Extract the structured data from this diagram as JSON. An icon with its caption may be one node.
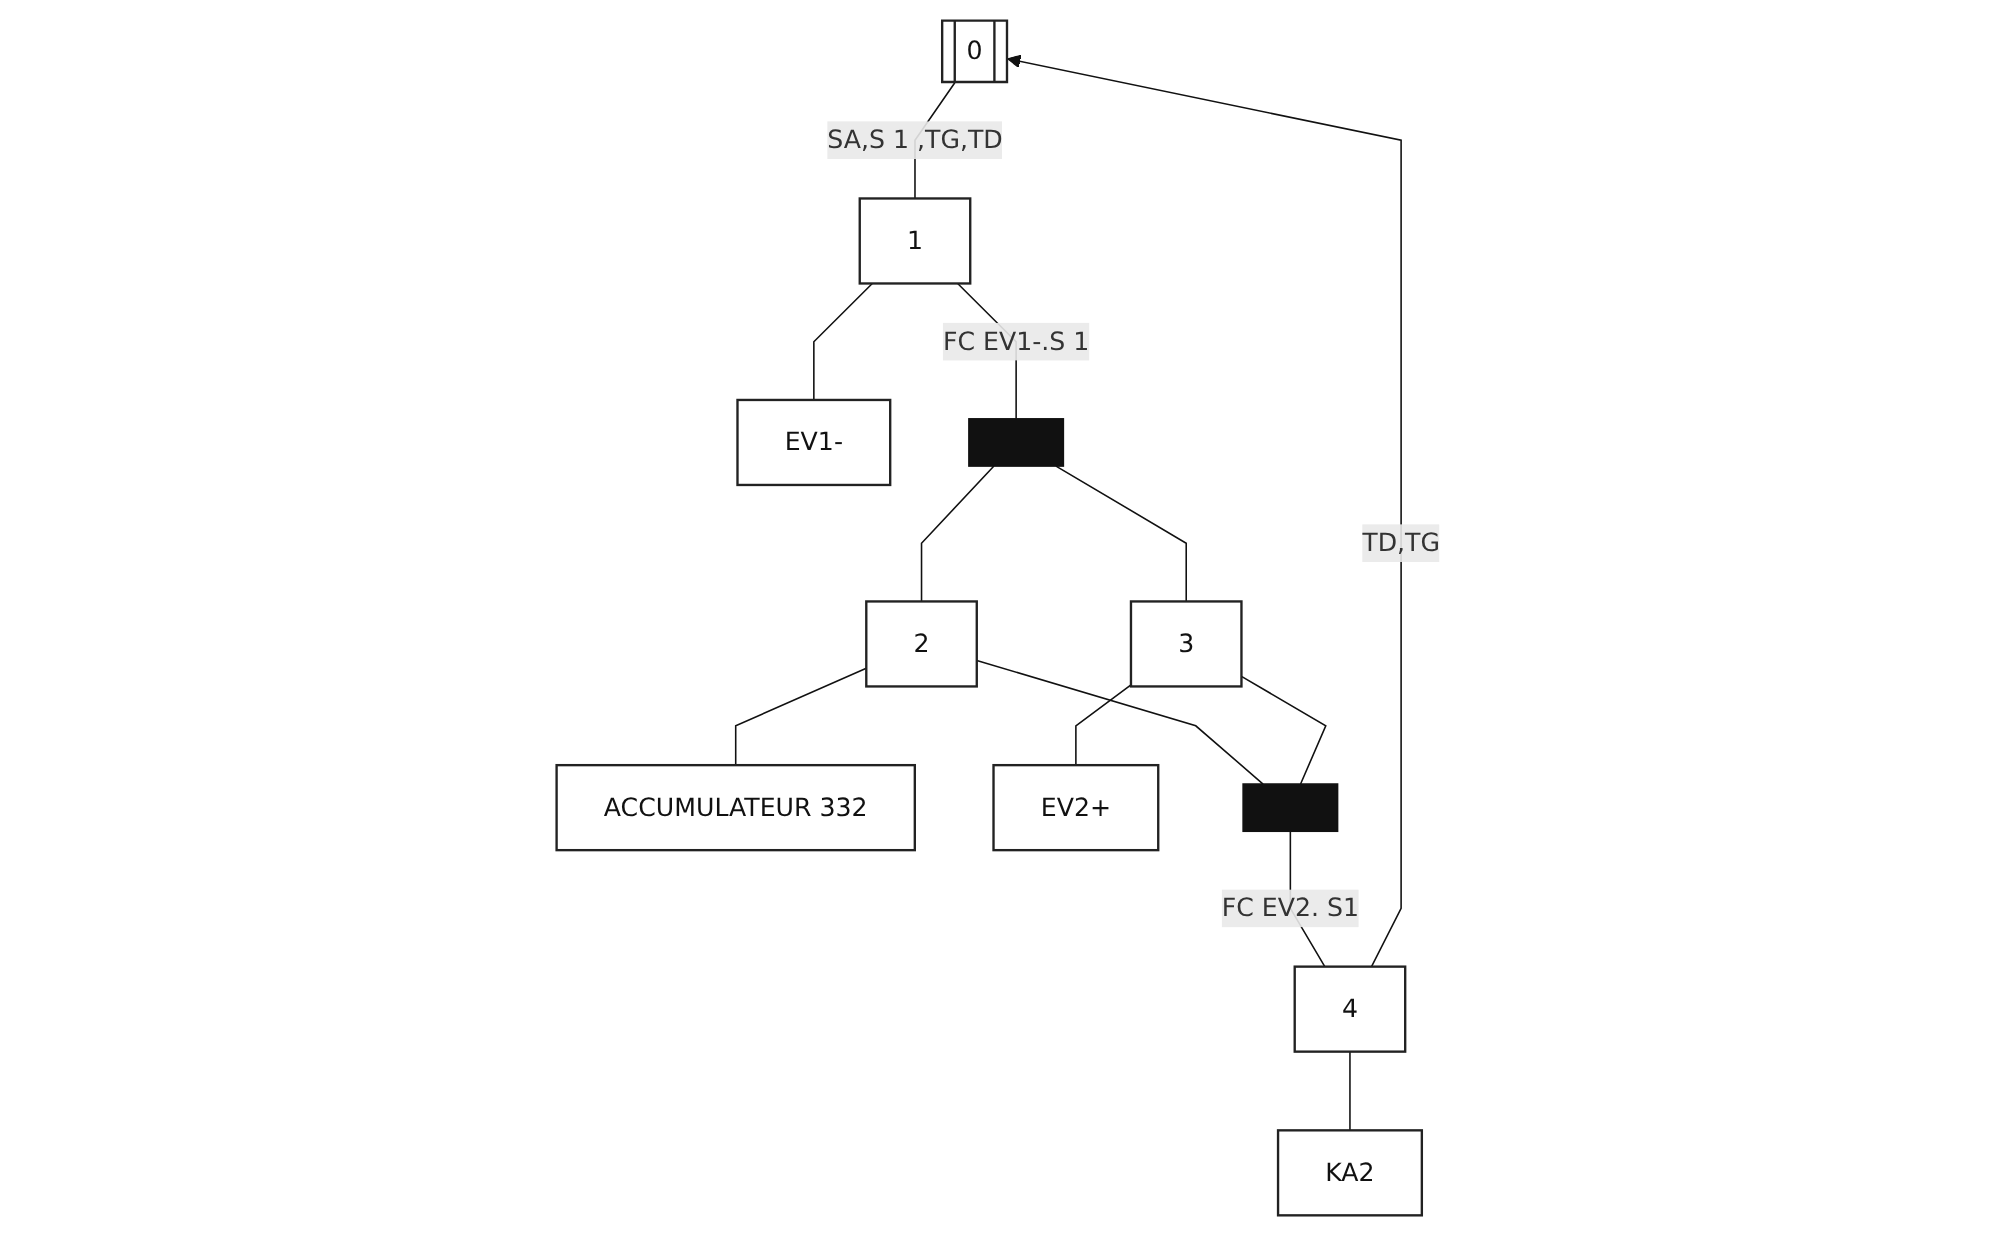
{
  "diagram": {
    "nodes": [
      {
        "text": [
          "0"
        ]
      },
      {
        "text": [
          "1"
        ]
      },
      {
        "text": [
          "EV1-"
        ]
      },
      {
        "text": [],
        "shape": "bar"
      },
      {
        "text": [
          "2"
        ]
      },
      {
        "text": [
          "ACCUMULATEUR 332"
        ]
      },
      {
        "text": [
          "3"
        ]
      },
      {
        "text": [
          "EV2+"
        ]
      },
      {
        "text": [],
        "shape": "bar"
      },
      {
        "text": [
          "4"
        ]
      },
      {
        "text": [
          "KA2"
        ]
      }
    ],
    "edges": [
      {
        "from": 0,
        "to": 1,
        "arrow": "none",
        "label": "SA,S 1 ,TG,TD"
      },
      {
        "from": 1,
        "to": 2,
        "arrow": "none"
      },
      {
        "from": 1,
        "to": 3,
        "arrow": "none",
        "label": "FC EV1-.S 1"
      },
      {
        "from": 3,
        "to": 4,
        "arrow": "none"
      },
      {
        "from": 3,
        "to": 6,
        "arrow": "none"
      },
      {
        "from": 4,
        "to": 5,
        "arrow": "none"
      },
      {
        "from": 6,
        "to": 7,
        "arrow": "none"
      },
      {
        "from": 4,
        "to": 8,
        "arrow": "none"
      },
      {
        "from": 6,
        "to": 8,
        "arrow": "none"
      },
      {
        "from": 8,
        "to": 9,
        "arrow": "none",
        "label": "FC EV2. S1"
      },
      {
        "from": 9,
        "to": 10,
        "arrow": "none"
      },
      {
        "from": 9,
        "to": 0,
        "arrow": "to",
        "label": "TD,TG"
      }
    ]
  }
}
